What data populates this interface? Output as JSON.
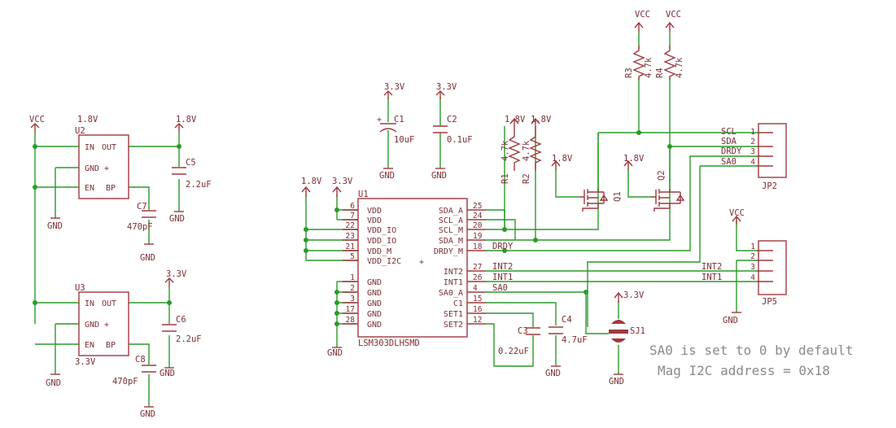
{
  "power": {
    "vcc": "VCC",
    "v18": "1.8V",
    "v33": "3.3V",
    "gnd": "GND"
  },
  "u2": {
    "name": "U2",
    "value": "1.8V",
    "pin_in": "IN",
    "pin_out": "OUT",
    "pin_gnd": "GND",
    "pin_en": "EN",
    "pin_bp": "BP"
  },
  "u3": {
    "name": "U3",
    "value": "3.3V",
    "pin_in": "IN",
    "pin_out": "OUT",
    "pin_gnd": "GND",
    "pin_en": "EN",
    "pin_bp": "BP"
  },
  "c1": {
    "name": "C1",
    "value": "10uF"
  },
  "c2": {
    "name": "C2",
    "value": "0.1uF"
  },
  "c3": {
    "name": "C3",
    "value": "0.22uF"
  },
  "c4": {
    "name": "C4",
    "value": "4.7uF"
  },
  "c5": {
    "name": "C5",
    "value": "2.2uF"
  },
  "c6": {
    "name": "C6",
    "value": "2.2uF"
  },
  "c7": {
    "name": "C7",
    "value": "470pF"
  },
  "c8": {
    "name": "C8",
    "value": "470pF"
  },
  "r1": {
    "name": "R1",
    "value": "4.7k"
  },
  "r2": {
    "name": "R2",
    "value": "4.7k"
  },
  "r3": {
    "name": "R3",
    "value": "4.7k"
  },
  "r4": {
    "name": "R4",
    "value": "4.7k"
  },
  "q1": {
    "name": "Q1"
  },
  "q2": {
    "name": "Q2"
  },
  "sj1": {
    "name": "SJ1"
  },
  "u1": {
    "name": "U1",
    "value": "LSM303DLHSMD",
    "left_pins": [
      {
        "num": "6",
        "name": "VDD"
      },
      {
        "num": "7",
        "name": "VDD"
      },
      {
        "num": "22",
        "name": "VDD_IO"
      },
      {
        "num": "23",
        "name": "VDD_IO"
      },
      {
        "num": "21",
        "name": "VDD_M"
      },
      {
        "num": "5",
        "name": "VDD_I2C"
      },
      {
        "num": "1",
        "name": "GND"
      },
      {
        "num": "2",
        "name": "GND"
      },
      {
        "num": "3",
        "name": "GND"
      },
      {
        "num": "17",
        "name": "GND"
      },
      {
        "num": "28",
        "name": "GND"
      }
    ],
    "right_pins": [
      {
        "num": "25",
        "name": "SDA_A"
      },
      {
        "num": "24",
        "name": "SCL_A"
      },
      {
        "num": "20",
        "name": "SCL_M"
      },
      {
        "num": "19",
        "name": "SDA_M"
      },
      {
        "num": "18",
        "name": "DRDY_M"
      },
      {
        "num": "27",
        "name": "INT2"
      },
      {
        "num": "26",
        "name": "INT1"
      },
      {
        "num": "4",
        "name": "SA0_A"
      },
      {
        "num": "15",
        "name": "C1"
      },
      {
        "num": "16",
        "name": "SET1"
      },
      {
        "num": "12",
        "name": "SET2"
      }
    ]
  },
  "jp2": {
    "name": "JP2",
    "pins": [
      "1",
      "2",
      "3",
      "4"
    ],
    "nets": [
      "SCL",
      "SDA",
      "DRDY",
      "SA0"
    ]
  },
  "jp5": {
    "name": "JP5",
    "pins": [
      "1",
      "2",
      "3",
      "4"
    ]
  },
  "nets": {
    "drdy": "DRDY",
    "int2": "INT2",
    "int1": "INT1",
    "sa0": "SA0"
  },
  "notes": {
    "line1": "SA0 is set to 0 by default",
    "line2": "Mag I2C address = 0x18"
  }
}
